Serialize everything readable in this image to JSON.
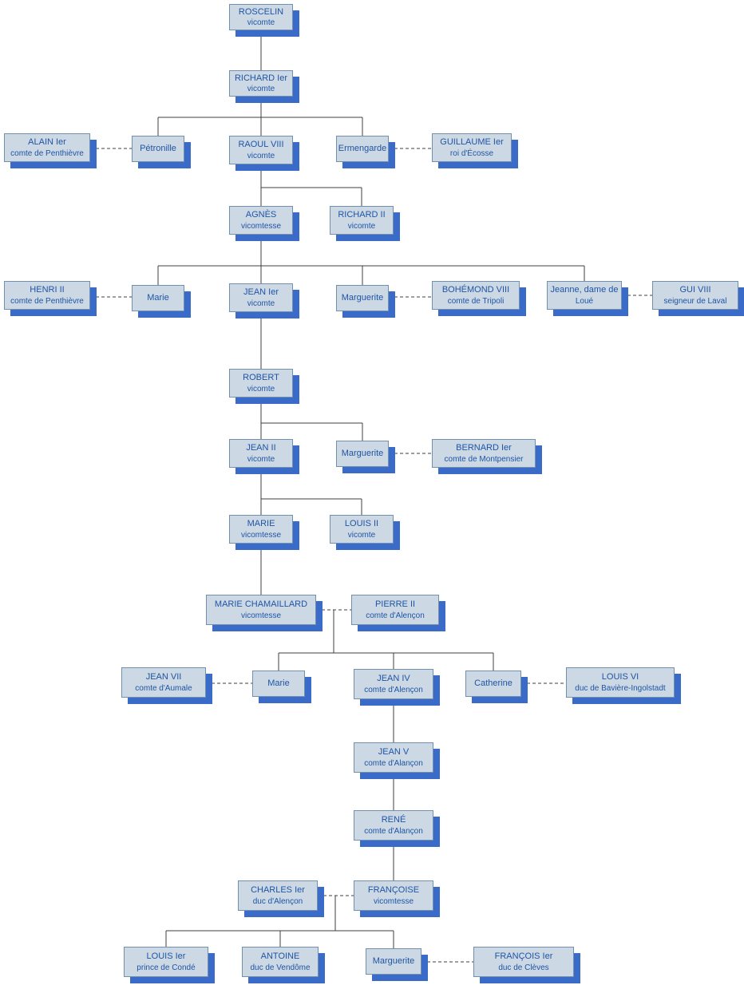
{
  "diagram_type": "family-tree",
  "colors": {
    "box_fill": "#ccd8e4",
    "box_border": "#7090ae",
    "box_shadow": "#3a6bc8",
    "text": "#1f55a5",
    "line": "#3f3f3f"
  },
  "relationships": {
    "solid_line": "descent",
    "dashed_line": "marriage"
  },
  "nodes": [
    {
      "name": "ROSCELIN",
      "title": "vicomte"
    },
    {
      "name": "RICHARD Ier",
      "title": "vicomte"
    },
    {
      "name": "ALAIN Ier",
      "title": "comte de Penthièvre"
    },
    {
      "name": "Pétronille",
      "title": ""
    },
    {
      "name": "RAOUL VIII",
      "title": "vicomte"
    },
    {
      "name": "Ermengarde",
      "title": ""
    },
    {
      "name": "GUILLAUME Ier",
      "title": "roi d'Écosse"
    },
    {
      "name": "AGNÈS",
      "title": "vicomtesse"
    },
    {
      "name": "RICHARD II",
      "title": "vicomte"
    },
    {
      "name": "HENRI II",
      "title": "comte de Penthièvre"
    },
    {
      "name": "Marie",
      "title": ""
    },
    {
      "name": "JEAN Ier",
      "title": "vicomte"
    },
    {
      "name": "Marguerite",
      "title": ""
    },
    {
      "name": "BOHÉMOND VIII",
      "title": "comte de Tripoli"
    },
    {
      "name": "Jeanne, dame de",
      "title": "Loué"
    },
    {
      "name": "GUI VIII",
      "title": "seigneur de Laval"
    },
    {
      "name": "ROBERT",
      "title": "vicomte"
    },
    {
      "name": "JEAN II",
      "title": "vicomte"
    },
    {
      "name": "Marguerite",
      "title": ""
    },
    {
      "name": "BERNARD Ier",
      "title": "comte de Montpensier"
    },
    {
      "name": "MARIE",
      "title": "vicomtesse"
    },
    {
      "name": "LOUIS II",
      "title": "vicomte"
    },
    {
      "name": "MARIE CHAMAILLARD",
      "title": "vicomtesse"
    },
    {
      "name": "PIERRE II",
      "title": "comte d'Alençon"
    },
    {
      "name": "JEAN VII",
      "title": "comte d'Aumale"
    },
    {
      "name": "Marie",
      "title": ""
    },
    {
      "name": "JEAN IV",
      "title": "comte d'Alençon"
    },
    {
      "name": "Catherine",
      "title": ""
    },
    {
      "name": "LOUIS VI",
      "title": "duc de Bavière-Ingolstadt"
    },
    {
      "name": "JEAN V",
      "title": "comte d'Alançon"
    },
    {
      "name": "RENÉ",
      "title": "comte d'Alançon"
    },
    {
      "name": "CHARLES Ier",
      "title": "duc d'Alençon"
    },
    {
      "name": "FRANÇOISE",
      "title": "vicomtesse"
    },
    {
      "name": "LOUIS Ier",
      "title": "prince de Condé"
    },
    {
      "name": "ANTOINE",
      "title": "duc de Vendôme"
    },
    {
      "name": "Marguerite",
      "title": ""
    },
    {
      "name": "FRANÇOIS Ier",
      "title": "duc de Clèves"
    }
  ]
}
